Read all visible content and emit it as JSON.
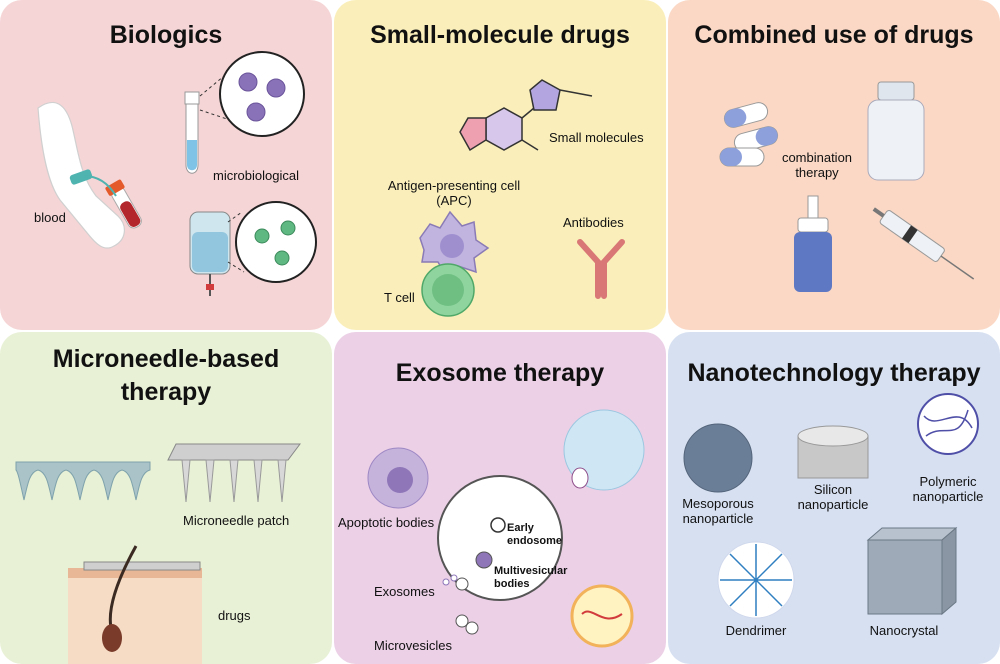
{
  "colors": {
    "biologics": "#f6d5d6",
    "small_molecule": "#faefba",
    "combined": "#fad8c5",
    "microneedle": "#e8f1d6",
    "exosome": "#ebd0e6",
    "nanotech": "#d6e0f1"
  },
  "panels": {
    "biologics": {
      "title": "Biologics",
      "labels": {
        "blood": "blood",
        "microbiological": "microbiological"
      }
    },
    "small_molecule": {
      "title": "Small-molecule drugs",
      "labels": {
        "small_molecules": "Small molecules",
        "apc_line1": "Antigen-presenting cell",
        "apc_line2": "(APC)",
        "antibodies": "Antibodies",
        "t_cell": "T cell"
      }
    },
    "combined": {
      "title": "Combined use of drugs",
      "labels": {
        "combo_line1": "combination",
        "combo_line2": "therapy"
      }
    },
    "microneedle": {
      "title_line1": "Microneedle-based",
      "title_line2": "therapy",
      "labels": {
        "patch": "Microneedle patch",
        "drugs": "drugs"
      }
    },
    "exosome": {
      "title": "Exosome therapy",
      "labels": {
        "apoptotic": "Apoptotic bodies",
        "early1": "Early",
        "early2": "endosome",
        "mvb1": "Multivesicular",
        "mvb2": "bodies",
        "exosomes": "Exosomes",
        "microvesicles": "Microvesicles"
      }
    },
    "nanotech": {
      "title": "Nanotechnology therapy",
      "labels": {
        "meso1": "Mesoporous",
        "meso2": "nanoparticle",
        "sil1": "Silicon",
        "sil2": "nanoparticle",
        "poly1": "Polymeric",
        "poly2": "nanoparticle",
        "dendrimer": "Dendrimer",
        "nanocrystal": "Nanocrystal"
      }
    }
  },
  "icons": [
    "arm-icon",
    "blood-tube-icon",
    "test-tube-icon",
    "cell-magnifier-icon",
    "iv-bag-icon",
    "molecule-icon",
    "apc-cell-icon",
    "t-cell-icon",
    "antibody-icon",
    "capsule-icon",
    "pill-bottle-icon",
    "nasal-spray-icon",
    "syringe-icon",
    "microneedle-array-icon",
    "microneedle-patch-icon",
    "skin-section-icon",
    "apoptotic-body-icon",
    "cell-icon",
    "exosome-vesicle-icon",
    "virus-vesicle-icon",
    "mesoporous-icon",
    "silicon-icon",
    "polymeric-icon",
    "dendrimer-icon",
    "nanocrystal-icon"
  ]
}
